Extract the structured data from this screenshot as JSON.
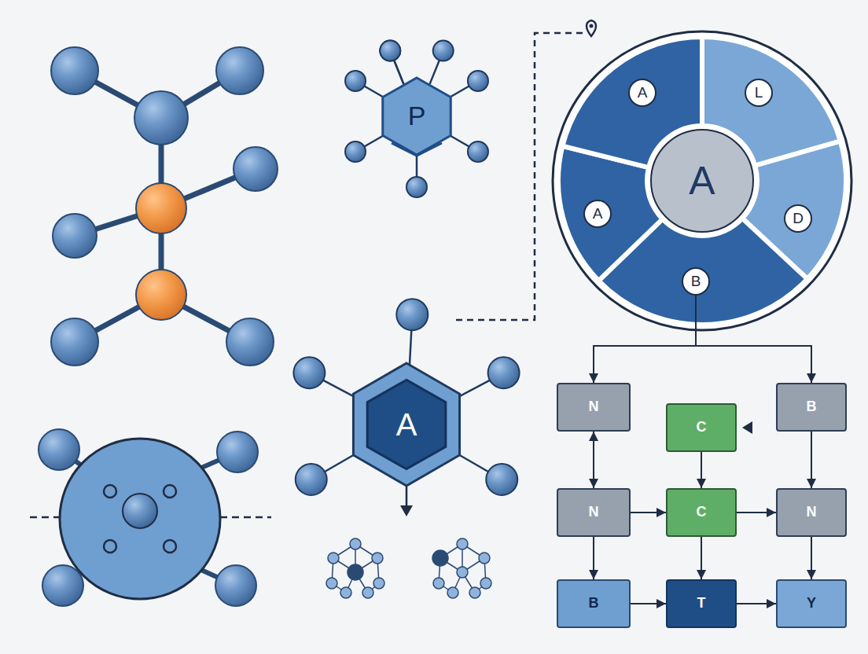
{
  "diagram": {
    "nodes": [
      {
        "text": [
          "P"
        ]
      },
      {
        "text": [
          "A"
        ]
      },
      {
        "text": [
          "L"
        ]
      },
      {
        "text": [
          "A"
        ]
      },
      {
        "text": [
          "A"
        ]
      },
      {
        "text": [
          "D"
        ]
      },
      {
        "text": [
          "B"
        ]
      },
      {
        "text": [
          "A"
        ]
      },
      {
        "text": [
          "N"
        ]
      },
      {
        "text": [
          "C"
        ]
      },
      {
        "text": [
          "B"
        ]
      },
      {
        "text": [
          "N"
        ]
      },
      {
        "text": [
          "C"
        ]
      },
      {
        "text": [
          "N"
        ]
      },
      {
        "text": [
          "B"
        ]
      },
      {
        "text": [
          "T"
        ]
      },
      {
        "text": [
          "Y"
        ]
      }
    ],
    "edges": [
      {
        "from": 6,
        "to": 8,
        "arrow": "to"
      },
      {
        "from": 6,
        "to": 10,
        "arrow": "to"
      },
      {
        "from": 8,
        "to": 11,
        "arrow": "both"
      },
      {
        "from": 9,
        "to": 12,
        "arrow": "to"
      },
      {
        "from": 10,
        "to": 13,
        "arrow": "to"
      },
      {
        "from": 11,
        "to": 12,
        "arrow": "to"
      },
      {
        "from": 12,
        "to": 13,
        "arrow": "to"
      },
      {
        "from": 11,
        "to": 14,
        "arrow": "to"
      },
      {
        "from": 12,
        "to": 15,
        "arrow": "to"
      },
      {
        "from": 13,
        "to": 16,
        "arrow": "to"
      },
      {
        "from": 14,
        "to": 15,
        "arrow": "to"
      },
      {
        "from": 15,
        "to": 16,
        "arrow": "to"
      }
    ]
  }
}
